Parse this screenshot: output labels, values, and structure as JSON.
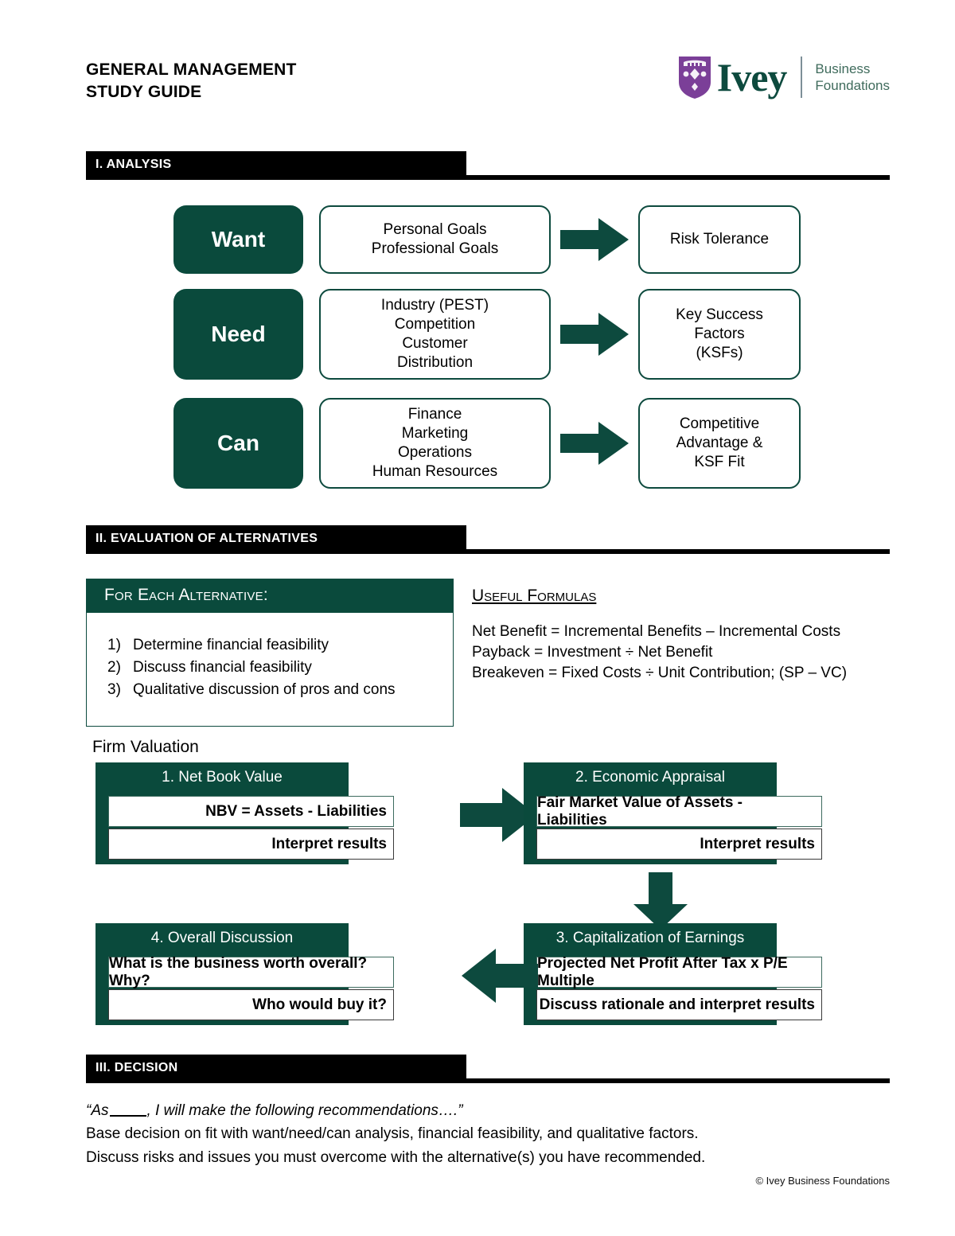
{
  "header": {
    "title": "GENERAL MANAGEMENT\nSTUDY GUIDE",
    "logo_word": "Ivey",
    "logo_sub": "Business\nFoundations",
    "shield_icon": "ivey-shield-icon"
  },
  "sections": {
    "analysis": "I. ANALYSIS",
    "evaluation": "II. EVALUATION OF ALTERNATIVES",
    "decision": "III. DECISION"
  },
  "analysis_rows": [
    {
      "key": "Want",
      "middle": "Personal Goals\nProfessional Goals",
      "outcome": "Risk Tolerance"
    },
    {
      "key": "Need",
      "middle": "Industry (PEST)\nCompetition\nCustomer\nDistribution",
      "outcome": "Key Success\nFactors\n(KSFs)"
    },
    {
      "key": "Can",
      "middle": "Finance\nMarketing\nOperations\nHuman Resources",
      "outcome": "Competitive\nAdvantage &\nKSF Fit"
    }
  ],
  "for_each_alternative": {
    "heading": "For Each Alternative:",
    "items": [
      {
        "num": "1)",
        "text": "Determine financial feasibility"
      },
      {
        "num": "2)",
        "text": "Discuss financial feasibility"
      },
      {
        "num": "3)",
        "text": "Qualitative discussion of pros and cons"
      }
    ]
  },
  "useful_formulas": {
    "title": "Useful Formulas",
    "lines": [
      "Net Benefit = Incremental Benefits – Incremental Costs",
      "Payback = Investment ÷ Net Benefit",
      "Breakeven = Fixed Costs ÷ Unit Contribution; (SP – VC)"
    ]
  },
  "firm_valuation": {
    "label": "Firm Valuation",
    "quadrants": [
      {
        "title": "1. Net Book Value",
        "row1": "NBV = Assets - Liabilities",
        "row2": "Interpret results"
      },
      {
        "title": "2. Economic Appraisal",
        "row1": "Fair Market Value of Assets - Liabilities",
        "row2": "Interpret results"
      },
      {
        "title": "3. Capitalization of Earnings",
        "row1": "Projected Net Profit After Tax x P/E Multiple",
        "row2": "Discuss rationale and interpret results"
      },
      {
        "title": "4. Overall Discussion",
        "row1": "What is the business worth overall? Why?",
        "row2": "Who would buy it?"
      }
    ]
  },
  "decision": {
    "quote_before": "“As",
    "quote_after": ", I will make the following recommendations….”",
    "line2": "Base decision on fit with want/need/can analysis, financial feasibility, and qualitative factors.",
    "line3": "Discuss risks and issues you must overcome with the alternative(s) you have recommended."
  },
  "footer": "© Ivey Business Foundations",
  "colors": {
    "green": "#0a4a3c",
    "green_border": "#0d4a3e",
    "shield_purple": "#7b3f98",
    "black": "#000000"
  }
}
